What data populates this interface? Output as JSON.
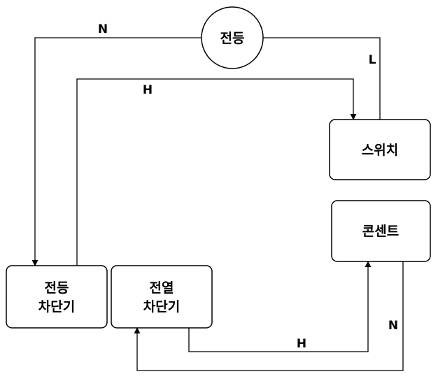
{
  "nodes": {
    "lamp": {
      "label": "전등"
    },
    "switch": {
      "label": "스위치"
    },
    "outlet": {
      "label": "콘센트"
    },
    "lamp_breaker": {
      "line1": "전등",
      "line2": "차단기"
    },
    "heat_breaker": {
      "line1": "전열",
      "line2": "차단기"
    }
  },
  "wires": {
    "lamp_neutral": {
      "label": "N"
    },
    "lamp_live": {
      "label": "L"
    },
    "lamp_hot": {
      "label": "H"
    },
    "outlet_hot": {
      "label": "H"
    },
    "outlet_neutral": {
      "label": "N"
    }
  },
  "colors": {
    "stroke": "#000000",
    "background": "#ffffff"
  }
}
